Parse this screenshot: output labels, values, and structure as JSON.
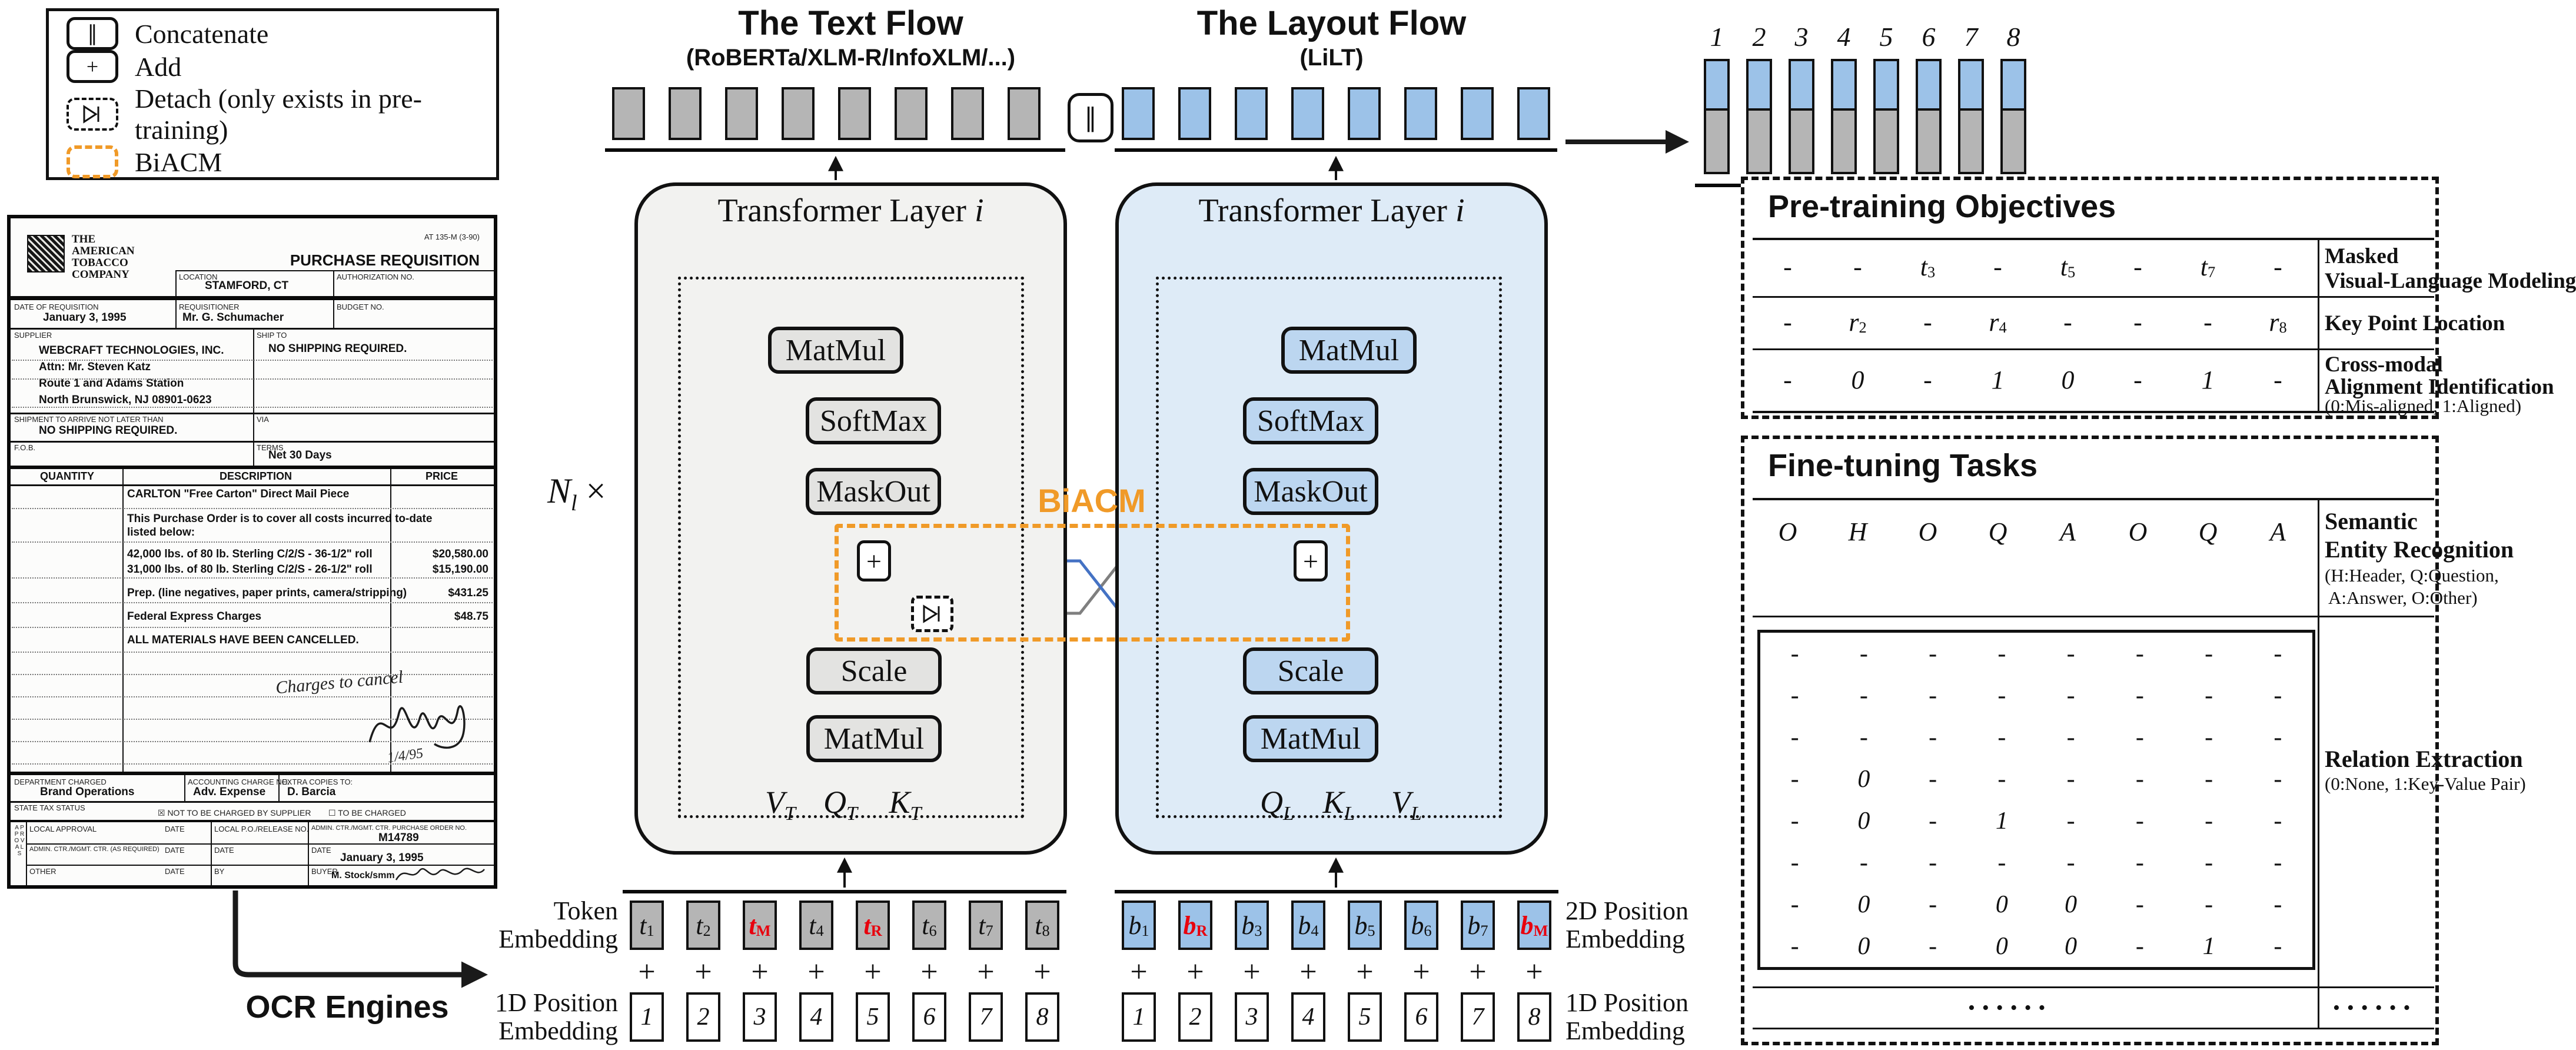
{
  "colors": {
    "gray_token": "#b5b5b5",
    "blue_token": "#9cc2e8",
    "text_flow_bg": "#f2f2f0",
    "text_op_bg": "#e3e3e1",
    "layout_flow_bg": "#deebf7",
    "layout_op_bg": "#bcd6f0",
    "biacm_orange": "#f09a28",
    "wire_blue": "#4472c4",
    "wire_gray": "#7f7f7f",
    "red": "#e8000d"
  },
  "legend": {
    "items": [
      {
        "icon": "concat-icon",
        "glyph": "∥",
        "label": "Concatenate"
      },
      {
        "icon": "add-icon",
        "glyph": "+",
        "label": "Add"
      },
      {
        "icon": "detach-icon",
        "glyph": "",
        "label": "Detach (only exists in pre-training)"
      },
      {
        "icon": "biacm-icon",
        "glyph": "",
        "label": "BiACM"
      }
    ]
  },
  "document": {
    "company_lines": [
      "THE",
      "AMERICAN",
      "TOBACCO",
      "COMPANY"
    ],
    "form_no": "AT 135-M (3-90)",
    "title": "PURCHASE REQUISITION",
    "location_label": "LOCATION",
    "location_value": "STAMFORD, CT",
    "auth_label": "AUTHORIZATION NO.",
    "date_label": "DATE OF REQUISITION",
    "date_value": "January 3, 1995",
    "req_label": "REQUISITIONER",
    "req_value": "Mr. G. Schumacher",
    "budget_label": "BUDGET NO.",
    "supplier_label": "SUPPLIER",
    "supplier_lines": [
      "WEBCRAFT TECHNOLOGIES, INC.",
      "Attn: Mr. Steven Katz",
      "Route 1 and Adams Station",
      "North Brunswick, NJ 08901-0623"
    ],
    "shipto_label": "SHIP TO",
    "shipto_value": "NO SHIPPING REQUIRED.",
    "arrive_label": "SHIPMENT TO ARRIVE NOT LATER THAN",
    "arrive_value": "NO SHIPPING REQUIRED.",
    "via_label": "VIA",
    "fob_label": "F.O.B.",
    "terms_label": "TERMS",
    "terms_value": "Net 30 Days",
    "qty_header": "QUANTITY",
    "desc_header": "DESCRIPTION",
    "price_header": "PRICE",
    "items": [
      {
        "desc": "CARLTON \"Free Carton\" Direct Mail Piece",
        "price": ""
      },
      {
        "desc": "This Purchase Order is to cover all costs incurred to-date",
        "price": ""
      },
      {
        "desc": "listed below:",
        "price": ""
      },
      {
        "desc": "42,000 lbs. of 80 lb. Sterling C/2/S - 36-1/2\" roll",
        "price": "$20,580.00"
      },
      {
        "desc": "31,000 lbs. of 80 lb. Sterling C/2/S - 26-1/2\" roll",
        "price": "$15,190.00"
      },
      {
        "desc": "Prep. (line negatives, paper prints, camera/stripping)",
        "price": "$431.25"
      },
      {
        "desc": "Federal Express Charges",
        "price": "$48.75"
      },
      {
        "desc": "ALL MATERIALS HAVE BEEN CANCELLED.",
        "price": ""
      }
    ],
    "handwriting": "Charges to cancel",
    "handwriting_date": "1/4/95",
    "dept_label": "DEPARTMENT CHARGED",
    "dept_value": "Brand Operations",
    "acct_label": "ACCOUNTING CHARGE NO.",
    "acct_value": "Adv. Expense",
    "copies_label": "EXTRA COPIES TO:",
    "copies_value": "D. Barcia",
    "tax_label": "STATE TAX STATUS",
    "tax_opt1": "☒ NOT TO BE CHARGED BY SUPPLIER",
    "tax_opt2": "☐ TO BE CHARGED",
    "approvals_vertical": "APPROVALS",
    "local_label": "LOCAL APPROVAL",
    "date_col": "DATE",
    "po_label": "LOCAL P.O./RELEASE NO.",
    "admin_po_label": "ADMIN. CTR./MGMT. CTR. PURCHASE ORDER NO.",
    "admin_po_value": "M14789",
    "admin_req_label": "ADMIN. CTR./MGMT. CTR. (AS REQUIRED)",
    "other_label": "OTHER",
    "by_label": "BY",
    "buyer_label": "BUYER",
    "buyer_value": "M. Stock/smm",
    "approve_date_value": "January 3, 1995"
  },
  "ocr": {
    "label": "OCR Engines"
  },
  "flows": {
    "text": {
      "title": "The Text Flow",
      "subtitle": "(RoBERTa/XLM-R/InfoXLM/...)",
      "layer_title": "Transformer Layer ",
      "layer_var": "i",
      "ops": {
        "matmul_top": "MatMul",
        "softmax": "SoftMax",
        "maskout": "MaskOut",
        "plus": "+",
        "scale": "Scale",
        "matmul_bottom": "MatMul"
      },
      "inputs": [
        {
          "m": "V",
          "s": "T"
        },
        {
          "m": "Q",
          "s": "T"
        },
        {
          "m": "K",
          "s": "T"
        }
      ]
    },
    "layout": {
      "title": "The Layout Flow",
      "subtitle": "(LiLT)",
      "layer_title": "Transformer Layer ",
      "layer_var": "i",
      "ops": {
        "matmul_top": "MatMul",
        "softmax": "SoftMax",
        "maskout": "MaskOut",
        "plus": "+",
        "scale": "Scale",
        "matmul_bottom": "MatMul"
      },
      "inputs": [
        {
          "m": "Q",
          "s": "L"
        },
        {
          "m": "K",
          "s": "L"
        },
        {
          "m": "V",
          "s": "L"
        }
      ]
    },
    "biacm_label": "BiACM",
    "concat_symbol": "∥",
    "n_layers": {
      "m": "N",
      "s": "l",
      "times": "×"
    }
  },
  "embeddings": {
    "token_label": [
      "Token",
      "Embedding"
    ],
    "pos1d_label_left": [
      "1D Position",
      "Embedding"
    ],
    "pos2d_label_right": [
      "2D Position",
      "Embedding"
    ],
    "pos1d_label_right": [
      "1D Position",
      "Embedding"
    ],
    "text_tokens": [
      {
        "m": "t",
        "s": "1"
      },
      {
        "m": "t",
        "s": "2"
      },
      {
        "m": "t",
        "s": "M",
        "red": true
      },
      {
        "m": "t",
        "s": "4"
      },
      {
        "m": "t",
        "s": "R",
        "red": true
      },
      {
        "m": "t",
        "s": "6"
      },
      {
        "m": "t",
        "s": "7"
      },
      {
        "m": "t",
        "s": "8"
      }
    ],
    "layout_tokens": [
      {
        "m": "b",
        "s": "1"
      },
      {
        "m": "b",
        "s": "R",
        "red": true
      },
      {
        "m": "b",
        "s": "3"
      },
      {
        "m": "b",
        "s": "4"
      },
      {
        "m": "b",
        "s": "5"
      },
      {
        "m": "b",
        "s": "6"
      },
      {
        "m": "b",
        "s": "7"
      },
      {
        "m": "b",
        "s": "M",
        "red": true
      }
    ],
    "text_positions": [
      "1",
      "2",
      "3",
      "4",
      "5",
      "6",
      "7",
      "8"
    ],
    "layout_positions": [
      "1",
      "2",
      "3",
      "4",
      "5",
      "6",
      "7",
      "8"
    ],
    "plus_row": [
      "+",
      "+",
      "+",
      "+",
      "+",
      "+",
      "+",
      "+"
    ]
  },
  "output": {
    "indices": [
      "1",
      "2",
      "3",
      "4",
      "5",
      "6",
      "7",
      "8"
    ]
  },
  "pretraining": {
    "title": "Pre-training Objectives",
    "rows": [
      {
        "cells": [
          "-",
          "-",
          {
            "m": "t",
            "s": "3"
          },
          "-",
          {
            "m": "t",
            "s": "5"
          },
          "-",
          {
            "m": "t",
            "s": "7"
          },
          "-"
        ],
        "label_lines": [
          "Masked",
          "Visual-Language Modeling"
        ],
        "note": ""
      },
      {
        "cells": [
          "-",
          {
            "m": "r",
            "s": "2"
          },
          "-",
          {
            "m": "r",
            "s": "4"
          },
          "-",
          "-",
          "-",
          {
            "m": "r",
            "s": "8"
          }
        ],
        "label_lines": [
          "Key Point Location"
        ],
        "note": ""
      },
      {
        "cells": [
          "-",
          "0",
          "-",
          "1",
          "0",
          "-",
          "1",
          "-"
        ],
        "label_lines": [
          "Cross-modal",
          "Alignment Identification"
        ],
        "note": "(0:Mis-aligned, 1:Aligned)"
      }
    ]
  },
  "finetuning": {
    "title": "Fine-tuning Tasks",
    "ser": {
      "cells": [
        "O",
        "H",
        "O",
        "Q",
        "A",
        "O",
        "Q",
        "A"
      ],
      "label_lines": [
        "Semantic",
        "Entity Recognition"
      ],
      "note1": "(H:Header, Q:Question,",
      "note2": "A:Answer, O:Other)"
    },
    "re": {
      "grid": [
        [
          "-",
          "-",
          "-",
          "-",
          "-",
          "-",
          "-",
          "-"
        ],
        [
          "-",
          "-",
          "-",
          "-",
          "-",
          "-",
          "-",
          "-"
        ],
        [
          "-",
          "-",
          "-",
          "-",
          "-",
          "-",
          "-",
          "-"
        ],
        [
          "-",
          "0",
          "-",
          "-",
          "-",
          "-",
          "-",
          "-"
        ],
        [
          "-",
          "0",
          "-",
          "1",
          "-",
          "-",
          "-",
          "-"
        ],
        [
          "-",
          "-",
          "-",
          "-",
          "-",
          "-",
          "-",
          "-"
        ],
        [
          "-",
          "0",
          "-",
          "0",
          "0",
          "-",
          "-",
          "-"
        ],
        [
          "-",
          "0",
          "-",
          "0",
          "0",
          "-",
          "1",
          "-"
        ]
      ],
      "label_lines": [
        "Relation Extraction"
      ],
      "note": "(0:None, 1:Key-Value Pair)"
    },
    "dots_left": "••••••",
    "dots_right": "••••••"
  }
}
